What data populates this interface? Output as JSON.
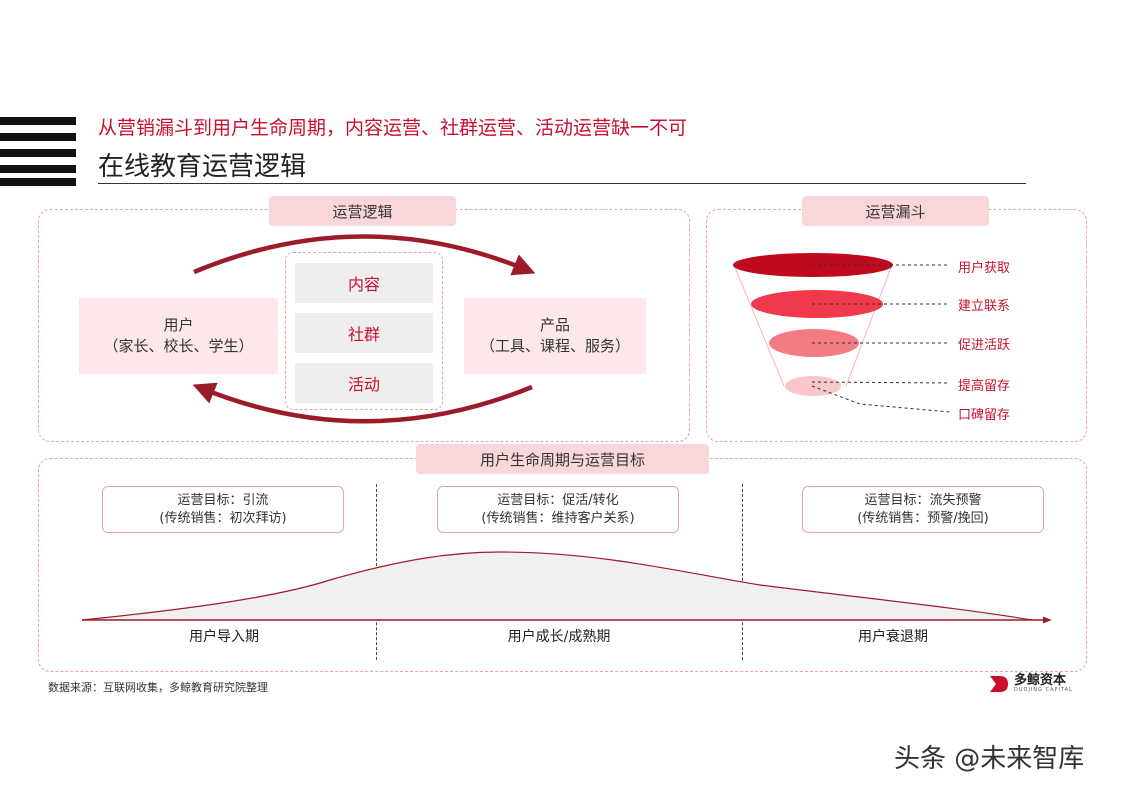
{
  "header": {
    "subtitle": "从营销漏斗到用户生命周期，内容运营、社群运营、活动运营缺一不可",
    "title": "在线教育运营逻辑"
  },
  "logic_panel": {
    "label": "运营逻辑",
    "user": {
      "line1": "用户",
      "line2": "（家长、校长、学生）"
    },
    "product": {
      "line1": "产品",
      "line2": "（工具、课程、服务）"
    },
    "middle": [
      "内容",
      "社群",
      "活动"
    ]
  },
  "funnel_panel": {
    "label": "运营漏斗",
    "stages": [
      "用户获取",
      "建立联系",
      "促进活跃",
      "提高留存",
      "口碑留存"
    ],
    "colors": [
      "#c00a1e",
      "#f0394a",
      "#f37b84",
      "#f9c6ca"
    ]
  },
  "lifecycle_panel": {
    "label": "用户生命周期与运营目标",
    "goals": [
      {
        "line1": "运营目标：引流",
        "line2": "(传统销售：初次拜访)"
      },
      {
        "line1": "运营目标：促活/转化",
        "line2": "(传统销售：维持客户关系)"
      },
      {
        "line1": "运营目标：流失预警",
        "line2": "(传统销售：预警/挽回)"
      }
    ],
    "phases": [
      "用户导入期",
      "用户成长/成熟期",
      "用户衰退期"
    ]
  },
  "footer": {
    "source": "数据来源：互联网收集，多鲸教育研究院整理",
    "logo_name": "多鲸资本",
    "logo_sub": "DUOJING CAPITAL",
    "watermark": "头条 @未来智库"
  },
  "colors": {
    "accent": "#c8102e",
    "pink": "#f9d6d9",
    "dark_red": "#9b1b2a"
  }
}
